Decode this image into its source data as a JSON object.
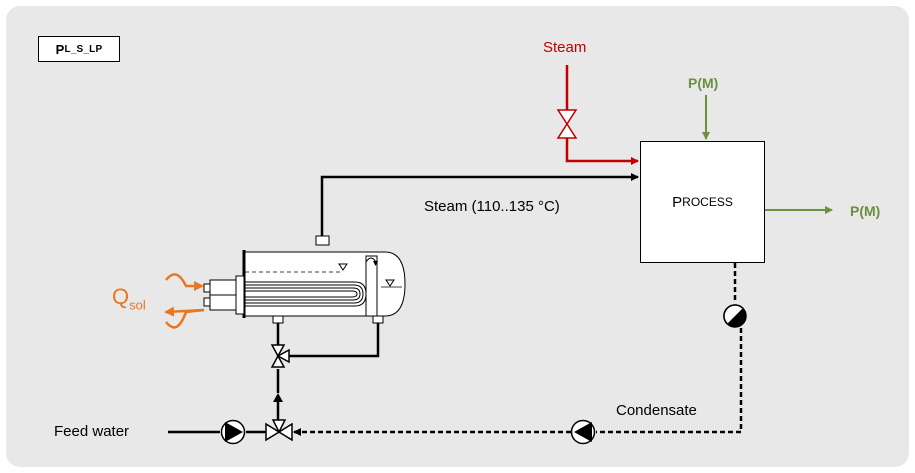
{
  "diagram_label": {
    "first": "P",
    "rest": "L_S_LP"
  },
  "labels": {
    "steam_input": "Steam",
    "power_in": "P(M)",
    "power_out": "P(M)",
    "steam_line": "Steam (110..135 °C)",
    "process_first": "P",
    "process_rest": "ROCESS",
    "q_main": "Q",
    "q_sub": "sol",
    "condensate": "Condensate",
    "feed_water": "Feed water"
  },
  "colors": {
    "panel": "#e8e8e8",
    "steam_red": "#c00000",
    "power_green": "#6a913e",
    "solar_orange": "#e87722",
    "line_black": "#000000"
  }
}
